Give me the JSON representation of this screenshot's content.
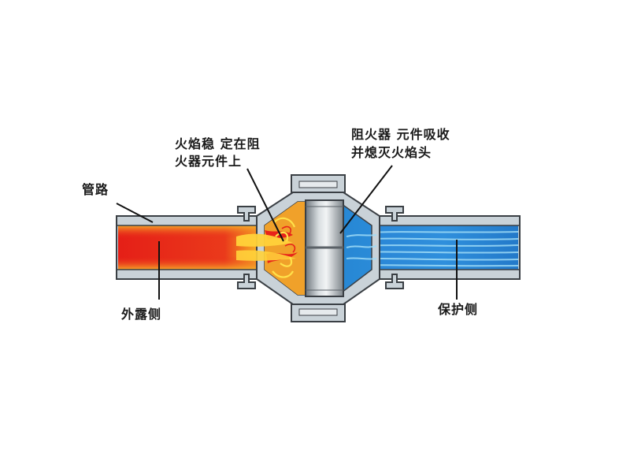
{
  "labels": {
    "pipe": "管路",
    "flame_stable_line1": "火焰稳 定在阻",
    "flame_stable_line2": "火器元件上",
    "absorb_line1": "阻火器 元件吸收",
    "absorb_line2": "并熄灭火焰头",
    "exposed_side": "外露侧",
    "protected_side": "保护侧"
  },
  "colors": {
    "pipe_wall": "#c9d2d8",
    "pipe_outline": "#3a3f44",
    "flame_core": "#e8231a",
    "flame_edge": "#f5a623",
    "flame_tip": "#ffe14a",
    "cool_dark": "#1f6fc4",
    "cool_light": "#8fd3f5",
    "element_metal": "#9aa3aa",
    "text": "#1a1a1a"
  }
}
